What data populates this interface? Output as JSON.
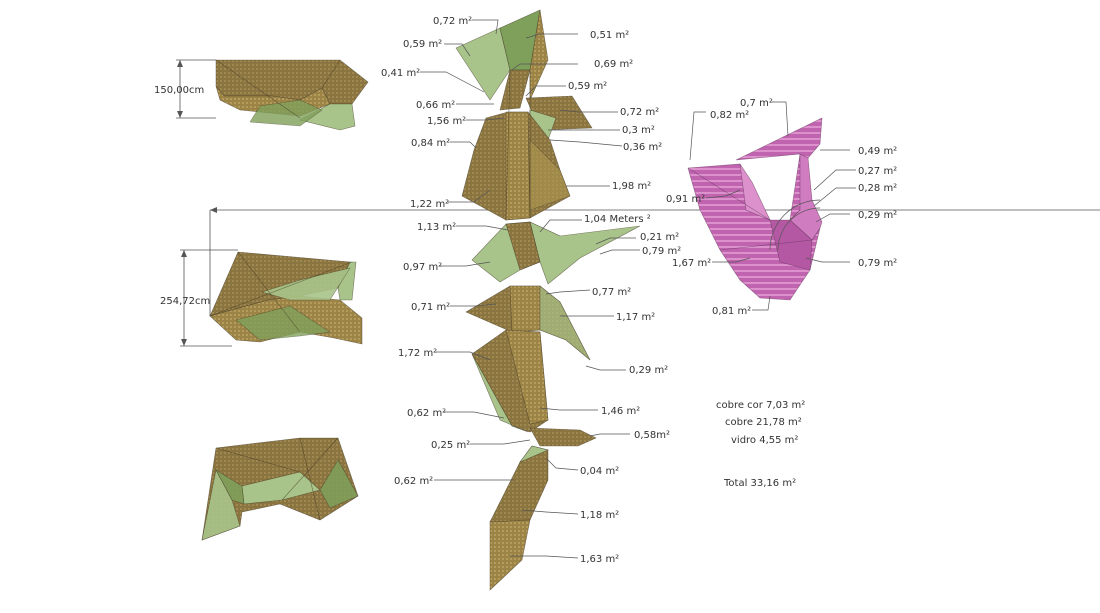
{
  "labels": {
    "l01": "0,72 m²",
    "l02": "0,51 m²",
    "l03": "0,59 m²",
    "l04": "0,69 m²",
    "l05": "0,41 m²",
    "l06": "0,59 m²",
    "l07": "0,66 m²",
    "l08": "0,72 m²",
    "l09": "1,56 m²",
    "l10": "0,3 m²",
    "l11": "0,84 m²",
    "l12": "0,36 m²",
    "l13": "1,98 m²",
    "l14": "1,22 m²",
    "l15": "1,04 Meters ²",
    "l16": "1,13 m²",
    "l17": "0,21 m²",
    "l18": "0,79 m²",
    "l19": "0,97 m²",
    "l20": "0,77 m²",
    "l21": "0,71 m²",
    "l22": "1,17 m²",
    "l23": "1,72 m²",
    "l24": "0,29 m²",
    "l25": "0,62 m²",
    "l26": "1,46 m²",
    "l27": "0,58m²",
    "l28": "0,25 m²",
    "l29": "0,04 m²",
    "l30": "0,62 m²",
    "l31": "1,18 m²",
    "l32": "1,63 m²"
  },
  "pink_labels": {
    "p01": "0,7 m²",
    "p02": "0,82 m²",
    "p03": "0,49 m²",
    "p04": "0,27 m²",
    "p05": "0,28 m²",
    "p06": "0,91 m²",
    "p07": "0,29 m²",
    "p08": "1,67 m²",
    "p09": "0,79 m²",
    "p10": "0,81 m²"
  },
  "dimensions": {
    "top_height": "150,00cm",
    "middle_height": "254,72cm"
  },
  "summary": {
    "cobre_cor": "cobre cor 7,03 m²",
    "cobre": "cobre 21,78 m²",
    "vidro": "vidro 4,55 m²",
    "total": "Total 33,16 m²"
  },
  "colors": {
    "copper": "#8a7440",
    "copper_light": "#b09a52",
    "glass": "#a9c48a",
    "glass_dark": "#7fa05a",
    "pink": "#c064b0",
    "pink_light": "#dc90cc"
  }
}
